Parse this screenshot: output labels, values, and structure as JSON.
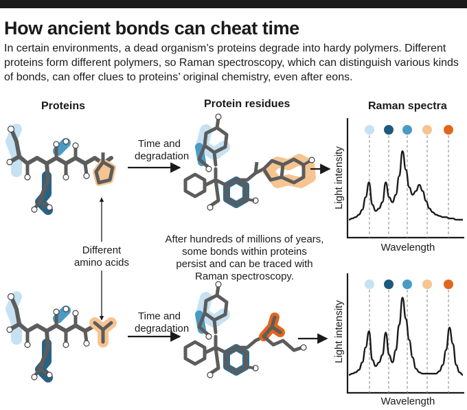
{
  "title": "How ancient bonds can cheat time",
  "intro": "In certain environments, a dead organism’s proteins degrade into hardy polymers. Different proteins form different polymers, so Raman spectroscopy, which can distinguish various kinds of bonds, can offer clues to proteins’ original chemistry, even after eons.",
  "columns": {
    "proteins": "Proteins",
    "residues": "Protein residues",
    "spectra": "Raman spectra"
  },
  "arrows": {
    "top": [
      "Time and",
      "degradation"
    ],
    "bottom": [
      "Time and",
      "degradation"
    ]
  },
  "amino_label": [
    "Different",
    "amino acids"
  ],
  "note": [
    "After hundreds of millions of years,",
    "some bonds within proteins",
    "persist and can be traced with",
    "Raman spectroscopy."
  ],
  "spectrum": {
    "ylabel": "Light intensity",
    "xlabel": "Wavelength"
  },
  "colors": {
    "light_blue": "#c6e2f2",
    "dark_blue": "#1d5a7d",
    "mid_blue": "#4a9bc4",
    "light_orange": "#f6c491",
    "dark_orange": "#e0661e"
  },
  "chart_data": [
    {
      "type": "line",
      "xlabel": "Wavelength",
      "ylabel": "Light intensity",
      "markers": [
        "light_blue",
        "dark_blue",
        "mid_blue",
        "light_orange",
        "dark_orange"
      ],
      "x": [
        0,
        5,
        10,
        15,
        20,
        25,
        30,
        35,
        40,
        45,
        50,
        55,
        60,
        65,
        70,
        75,
        80,
        85,
        90,
        95,
        100,
        105,
        110,
        115,
        120,
        125,
        130,
        135,
        140,
        145,
        150,
        155,
        160,
        165,
        170
      ],
      "values": [
        0.1,
        0.11,
        0.12,
        0.14,
        0.18,
        0.28,
        0.4,
        0.22,
        0.17,
        0.19,
        0.24,
        0.4,
        0.28,
        0.24,
        0.3,
        0.45,
        0.65,
        0.5,
        0.36,
        0.3,
        0.33,
        0.38,
        0.33,
        0.25,
        0.19,
        0.16,
        0.14,
        0.13,
        0.12,
        0.12,
        0.11,
        0.11,
        0.1,
        0.1,
        0.1
      ]
    },
    {
      "type": "line",
      "xlabel": "Wavelength",
      "ylabel": "Light intensity",
      "markers": [
        "light_blue",
        "dark_blue",
        "mid_blue",
        "light_orange",
        "dark_orange"
      ],
      "x": [
        0,
        5,
        10,
        15,
        20,
        25,
        30,
        35,
        40,
        45,
        50,
        55,
        60,
        65,
        70,
        75,
        80,
        85,
        90,
        95,
        100,
        105,
        110,
        115,
        120,
        125,
        130,
        135,
        140,
        145,
        150,
        155,
        160,
        165,
        170
      ],
      "values": [
        0.1,
        0.11,
        0.12,
        0.14,
        0.2,
        0.32,
        0.45,
        0.22,
        0.17,
        0.2,
        0.26,
        0.44,
        0.26,
        0.2,
        0.3,
        0.5,
        0.72,
        0.55,
        0.38,
        0.24,
        0.15,
        0.12,
        0.11,
        0.11,
        0.11,
        0.11,
        0.11,
        0.13,
        0.18,
        0.3,
        0.48,
        0.35,
        0.18,
        0.12,
        0.1
      ]
    }
  ]
}
